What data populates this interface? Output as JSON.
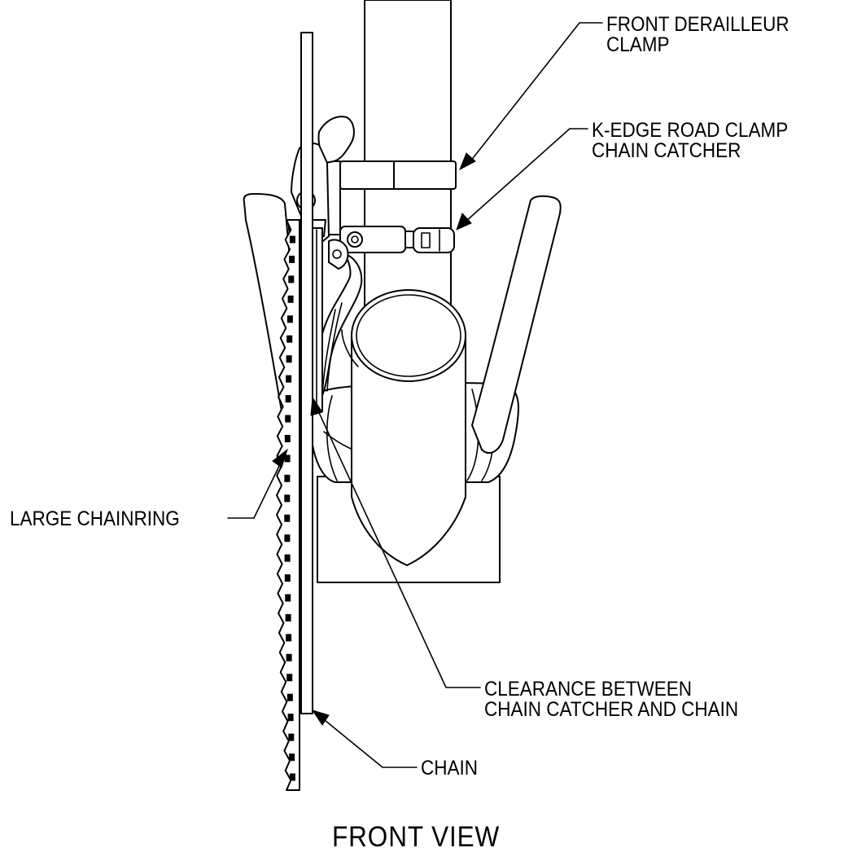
{
  "diagram": {
    "title": "FRONT VIEW",
    "labels": {
      "front_derailleur_clamp": [
        "FRONT DERAILLEUR",
        "CLAMP"
      ],
      "k_edge_road_clamp": [
        "K-EDGE ROAD CLAMP",
        "CHAIN CATCHER"
      ],
      "large_chainring": [
        "LARGE CHAINRING"
      ],
      "clearance": [
        "CLEARANCE BETWEEN",
        "CHAIN CATCHER AND CHAIN"
      ],
      "chain": [
        "CHAIN"
      ]
    },
    "colors": {
      "ink": "#000000",
      "paper": "#ffffff"
    }
  }
}
